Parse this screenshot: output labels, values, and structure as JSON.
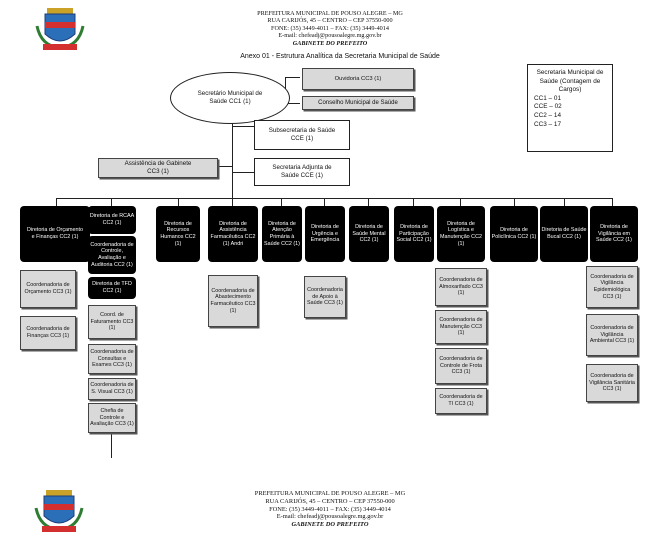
{
  "header_top": {
    "line1": "PREFEITURA MUNICIPAL DE POUSO ALEGRE – MG",
    "line2": "RUA CARIJÓS, 45 – CENTRO – CEP 37550-000",
    "line3": "FONE: (35) 3449-4011 – FAX: (35) 3449-4014",
    "line4": "E-mail: chefeadj@pousoalegre.mg.gov.br",
    "line5": "GABINETE DO PREFEITO"
  },
  "annex_title": "Anexo 01 - Estrutura Analítica da Secretaria Municipal de Saúde",
  "top": {
    "secretario": "Secretário Municipal de Saúde CC1 (1)",
    "ouvidoria": "Ouvidoria CC3 (1)",
    "conselho": "Conselho Municipal de Saúde",
    "subsecretaria": "Subsecretaria de Saúde CCE (1)",
    "adjunta": "Secretaria Adjunta de Saúde CCE (1)",
    "gabinete": "Assistência de Gabinete CC3 (1)"
  },
  "legend": {
    "title": "Secretaria Municipal de Saúde (Contagem de Cargos)",
    "rows": [
      "CC1 – 01",
      "CCE – 02",
      "CC2 – 14",
      "CC3 – 17"
    ]
  },
  "directorates": [
    "Diretoria de Orçamento e Finanças CC2 (1)",
    "Diretoria de RCAA CC2 (1)",
    "Diretoria de Recursos Humanos CC2 (1)",
    "Diretoria de Assistência Farmacêutica CC2 (1) Andri",
    "Diretoria de Atenção Primária à Saúde CC2 (1)",
    "Diretoria de Urgência e Emergência",
    "Diretoria de Saúde Mental CC2 (1)",
    "Diretoria de Participação Social CC2 (1)",
    "Diretoria de Logística e Manutenção CC2 (1)",
    "Diretoria de Policlínica CC2 (1)",
    "Diretoria de Saúde Bucal CC2 (1)",
    "Diretoria de Vigilância em Saúde CC2 (1)"
  ],
  "sub": {
    "orcamento": "Coordenadoria de Orçamento CC3 (1)",
    "financas": "Coordenadoria de Finanças CC3 (1)",
    "controle": "Coordenadoria de Controle, Avaliação e Auditoria CC2 (1)",
    "tfd": "Diretoria de TFD CC2 (1)",
    "faturamento": "Coord. de Faturamento CC3 (1)",
    "consultas": "Coordenadoria de Consultas e Exames CC3 (1)",
    "svisual": "Coordenadoria de S. Visual CC3 (1)",
    "chefia": "Chefia de Controle e Avaliação CC3 (1)",
    "abastecimento": "Coordenadoria de Abastecimento Farmacêutico CC3 (1)",
    "apoio": "Coordenadoria de Apoio à Saúde CC3 (1)",
    "almoxarifado": "Coordenadoria de Almoxarifado CC3 (1)",
    "manutencao": "Coordenadoria de Manutenção CC3 (1)",
    "frota": "Coordenadoria de Controle de Frota CC3 (1)",
    "ti": "Coordenadoria de TI CC3 (1)",
    "epidemiologica": "Coordenadoria de Vigilância Epidemiológica CC3 (1)",
    "ambiental": "Coordenadoria de Vigilância Ambiental CC3 (1)",
    "sanitaria": "Coordenadoria de Vigilância Sanitária CC3 (1)"
  },
  "header_bottom": {
    "line1": "PREFEITURA MUNICIPAL DE POUSO ALEGRE – MG",
    "line2": "RUA CARIJÓS, 45 – CENTRO – CEP 37550-000",
    "line3": "FONE: (35) 3449-4011 – FAX: (35) 3449-4014",
    "line4": "E-mail: chefeadj@pousoalegre.mg.gov.br",
    "line5": "GABINETE DO PREFEITO"
  }
}
